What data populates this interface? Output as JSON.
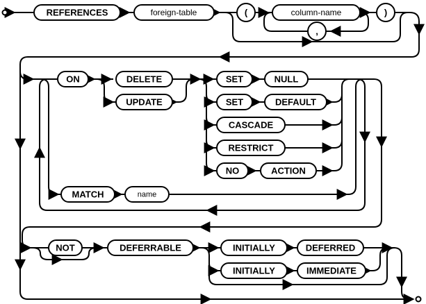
{
  "diagram": {
    "kind": "syntax-railroad-diagram",
    "terminals": {
      "references": "REFERENCES",
      "on": "ON",
      "delete": "DELETE",
      "update": "UPDATE",
      "set": "SET",
      "null": "NULL",
      "default": "DEFAULT",
      "cascade": "CASCADE",
      "restrict": "RESTRICT",
      "no": "NO",
      "action": "ACTION",
      "match": "MATCH",
      "not": "NOT",
      "deferrable": "DEFERRABLE",
      "initially": "INITIALLY",
      "deferred": "DEFERRED",
      "immediate": "IMMEDIATE"
    },
    "nonterminals": {
      "foreign_table": "foreign-table",
      "column_name": "column-name",
      "name": "name"
    },
    "punctuation": {
      "lparen": "(",
      "comma": ",",
      "rparen": ")"
    },
    "colors": {
      "line": "#000000",
      "background": "#ffffff"
    }
  }
}
